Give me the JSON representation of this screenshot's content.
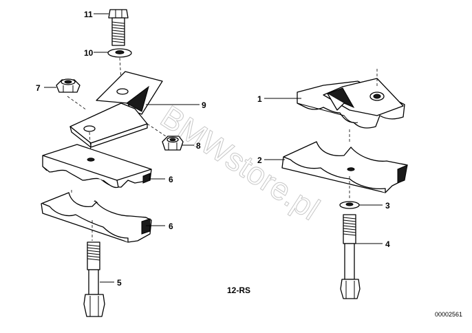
{
  "callouts": {
    "c1": "1",
    "c2": "2",
    "c3": "3",
    "c4": "4",
    "c5": "5",
    "c6a": "6",
    "c6b": "6",
    "c7": "7",
    "c8": "8",
    "c9": "9",
    "c10": "10",
    "c11": "11"
  },
  "catalog_label": "12-RS",
  "document_number": "00002561",
  "watermark": "BMWstore.pl"
}
